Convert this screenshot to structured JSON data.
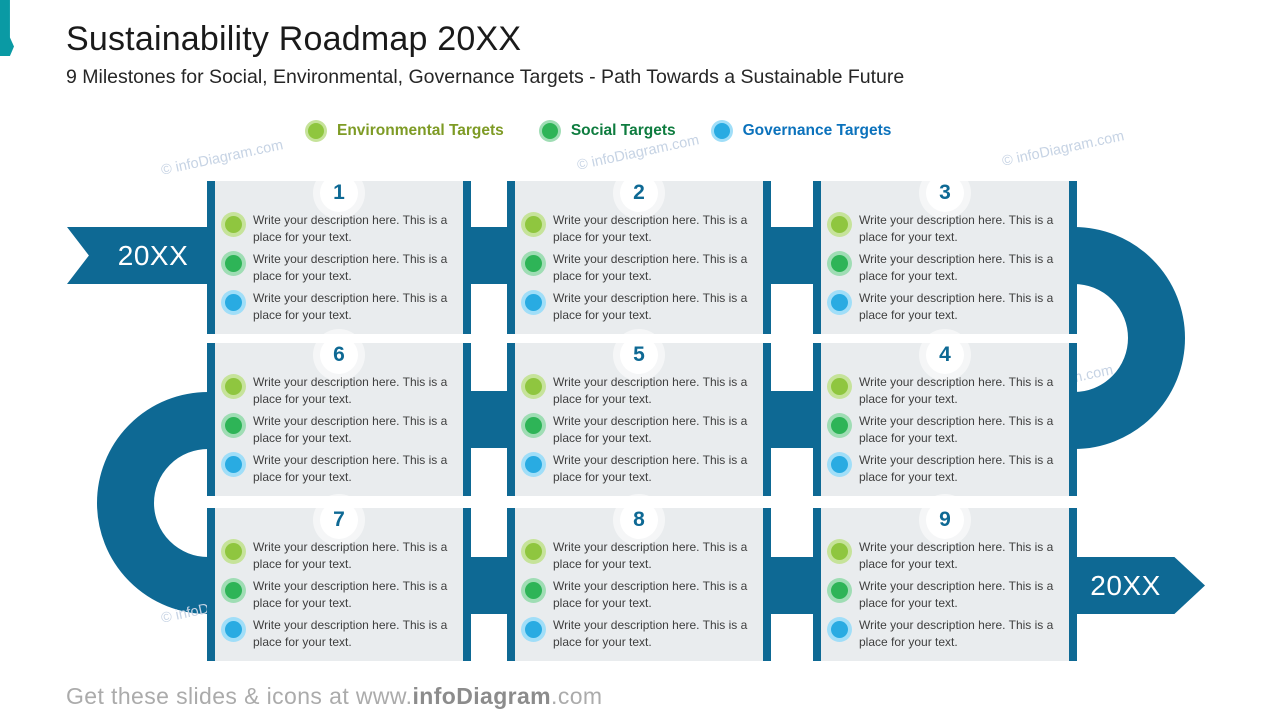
{
  "slide": {
    "title": "Sustainability Roadmap 20XX",
    "subtitle": "9 Milestones for Social, Environmental, Governance Targets - Path Towards a Sustainable Future"
  },
  "legend": {
    "items": [
      {
        "type": "environmental",
        "label": "Environmental Targets",
        "dot_color": "#8FC63F",
        "halo_color": "#C6E39A",
        "text_color": "#7E9B25"
      },
      {
        "type": "social",
        "label": "Social Targets",
        "dot_color": "#2EB457",
        "halo_color": "#9FDDB4",
        "text_color": "#0E7C3F"
      },
      {
        "type": "governance",
        "label": "Governance Targets",
        "dot_color": "#29ABE2",
        "halo_color": "#A0DEF8",
        "text_color": "#0B72BC"
      }
    ]
  },
  "timeline": {
    "ribbon_color": "#0E6994",
    "start_label": "20XX",
    "end_label": "20XX",
    "milestones": [
      {
        "number": "1",
        "bullets": [
          {
            "type": "environmental",
            "text": "Write your description here. This is a place for your text."
          },
          {
            "type": "social",
            "text": "Write your description here. This is a place for your text."
          },
          {
            "type": "governance",
            "text": "Write your description here. This is a place for your text."
          }
        ]
      },
      {
        "number": "2",
        "bullets": [
          {
            "type": "environmental",
            "text": "Write your description here. This is a place for your text."
          },
          {
            "type": "social",
            "text": "Write your description here. This is a place for your text."
          },
          {
            "type": "governance",
            "text": "Write your description here. This is a place for your text."
          }
        ]
      },
      {
        "number": "3",
        "bullets": [
          {
            "type": "environmental",
            "text": "Write your description here. This is a place for your text."
          },
          {
            "type": "social",
            "text": "Write your description here. This is a place for your text."
          },
          {
            "type": "governance",
            "text": "Write your description here. This is a place for your text."
          }
        ]
      },
      {
        "number": "4",
        "bullets": [
          {
            "type": "environmental",
            "text": "Write your description here. This is a place for your text."
          },
          {
            "type": "social",
            "text": "Write your description here. This is a place for your text."
          },
          {
            "type": "governance",
            "text": "Write your description here. This is a place for your text."
          }
        ]
      },
      {
        "number": "5",
        "bullets": [
          {
            "type": "environmental",
            "text": "Write your description here. This is a place for your text."
          },
          {
            "type": "social",
            "text": "Write your description here. This is a place for your text."
          },
          {
            "type": "governance",
            "text": "Write your description here. This is a place for your text."
          }
        ]
      },
      {
        "number": "6",
        "bullets": [
          {
            "type": "environmental",
            "text": "Write your description here. This is a place for your text."
          },
          {
            "type": "social",
            "text": "Write your description here. This is a place for your text."
          },
          {
            "type": "governance",
            "text": "Write your description here. This is a place for your text."
          }
        ]
      },
      {
        "number": "7",
        "bullets": [
          {
            "type": "environmental",
            "text": "Write your description here. This is a place for your text."
          },
          {
            "type": "social",
            "text": "Write your description here. This is a place for your text."
          },
          {
            "type": "governance",
            "text": "Write your description here. This is a place for your text."
          }
        ]
      },
      {
        "number": "8",
        "bullets": [
          {
            "type": "environmental",
            "text": "Write your description here. This is a place for your text."
          },
          {
            "type": "social",
            "text": "Write your description here. This is a place for your text."
          },
          {
            "type": "governance",
            "text": "Write your description here. This is a place for your text."
          }
        ]
      },
      {
        "number": "9",
        "bullets": [
          {
            "type": "environmental",
            "text": "Write your description here. This is a place for your text."
          },
          {
            "type": "social",
            "text": "Write your description here. This is a place for your text."
          },
          {
            "type": "governance",
            "text": "Write your description here. This is a place for your text."
          }
        ]
      }
    ]
  },
  "watermark": {
    "text": "© infoDiagram.com"
  },
  "footer": {
    "prefix": "Get these slides & icons at www.",
    "brand": "infoDiagram",
    "suffix": ".com"
  }
}
